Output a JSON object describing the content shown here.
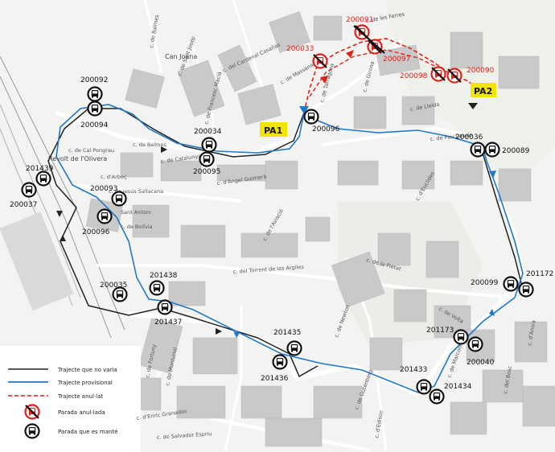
{
  "colors": {
    "black_route": "#222222",
    "blue_route": "#1f78c8",
    "red_route": "#e0201a",
    "pa_badge": "#f2e600",
    "building": "#c9c9c9",
    "road": "#ffffff"
  },
  "places": {
    "can_joana": "Can Joana",
    "revolt": "Revolt de l'Olivera"
  },
  "pa_markers": {
    "pa1": "PA1",
    "pa2": "PA2"
  },
  "stops": {
    "s200091": "200091",
    "s200033": "200033",
    "s200097": "200097",
    "s200098": "200098",
    "s200090": "200090",
    "s200092": "200092",
    "s200094": "200094",
    "s200096a": "200096",
    "s200034": "200034",
    "s200095": "200095",
    "s200036": "200036",
    "s200089": "200089",
    "s201439": "201439",
    "s200037": "200037",
    "s200093": "200093",
    "s200096b": "200096",
    "s200035": "200035",
    "s201438": "201438",
    "s201437": "201437",
    "s201435": "201435",
    "s201436": "201436",
    "s200099": "200099",
    "s201172": "201172",
    "s201173": "201173",
    "s200040": "200040",
    "s201433": "201433",
    "s201434": "201434"
  },
  "streets": {
    "belmes": "c. de Belmes",
    "catalunya": "c. de Catalunya",
    "angel_guimera": "c. d'Àngel Guimerà",
    "cal_pongrau": "c. de Cal Pongrau",
    "arboc": "c. d'Arboç",
    "jesus": "c. de Jesús Sallacana",
    "sant_antoni": "Sant Antoni",
    "bolivia": "c. de Bolívia",
    "torrent": "c. del Torrent de les Argiles",
    "pau_casals": "c. de Pau Casals",
    "lleida": "c. de Lleida",
    "ferres": "c. de les Ferres",
    "cardenal": "c. del Cardenal Casañas",
    "francesc": "c. de Francesc Macià",
    "tarragona": "c. de Tarragona",
    "girona": "c. de Girona",
    "monturiol": "c. de Monturiol",
    "fortuny": "c. de Fortuny",
    "granados": "c. d'Enric Granados",
    "salvador": "c. de Salvador Espriu",
    "newton": "c. de Newton",
    "gutenberg": "c. de Gutenberg",
    "edison": "c. d'Edison",
    "pietat": "c. de la Pietat",
    "volta": "c. de Volta",
    "marconi": "c. de Marconi",
    "bosc": "c. del Bosc",
    "balmes2": "c. de Balmes",
    "anoia": "c. d'Anoia",
    "ricard": "c. d'Euclides",
    "massana": "c. de Massana",
    "sant_josep": "c. de Sant Josep",
    "aviacio": "c. de l'Aviació"
  },
  "legend": {
    "no_change": "Trajecte que no varia",
    "provisional": "Trajecte provisional",
    "cancelled": "Trajecte anul·lat",
    "stop_cancelled": "Parada anul·lada",
    "stop_kept": "Parada que es manté"
  }
}
